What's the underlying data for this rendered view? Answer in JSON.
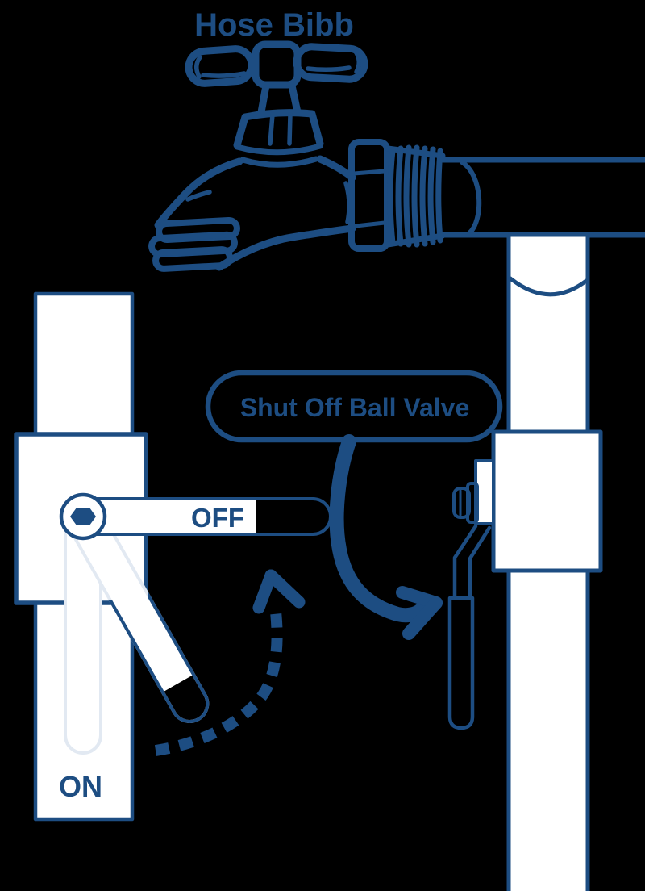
{
  "title": "Hose Bibb",
  "callout": {
    "label": "Shut Off Ball Valve"
  },
  "valve_positions": {
    "off_label": "OFF",
    "on_label": "ON"
  },
  "colors": {
    "ink": "#1d4d82",
    "ghost_outline": "#e2e9f2",
    "fill_white": "#ffffff",
    "background": "#000000"
  },
  "icons": {
    "pivot_nut": "hex-bolt",
    "rotation_arrow": "dotted-arc-arrow-up",
    "callout_arrow": "curved-arrow-right"
  }
}
